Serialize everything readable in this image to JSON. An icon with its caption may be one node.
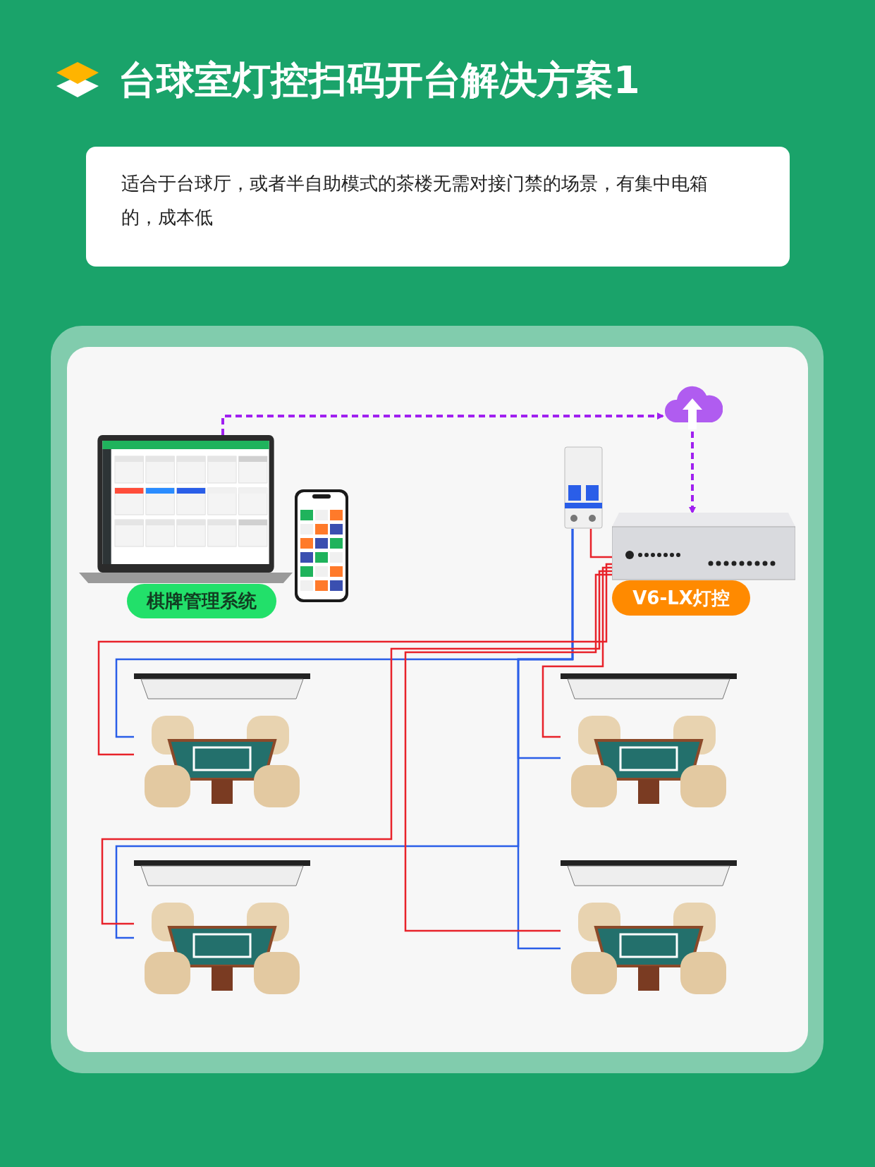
{
  "diagram": {
    "title": "台球室灯控扫码开台解决方案1",
    "nodes": [
      {
        "text": [
          "适合于台球厅，或者半自助模式的茶楼无需对接门禁的场景，有集中电箱的，成本低"
        ]
      },
      {
        "text": [],
        "shape": "picture"
      },
      {
        "text": [],
        "shape": "picture"
      },
      {
        "text": [
          "棋牌管理系统"
        ]
      },
      {
        "text": [],
        "shape": "picture"
      },
      {
        "text": [],
        "shape": "picture"
      },
      {
        "text": [],
        "shape": "picture"
      },
      {
        "text": [
          "V6-LX灯控"
        ]
      },
      {
        "text": [],
        "shape": "picture"
      },
      {
        "text": [],
        "shape": "picture"
      },
      {
        "text": [],
        "shape": "picture"
      },
      {
        "text": [],
        "shape": "picture"
      }
    ],
    "edges": [
      {
        "from": 1,
        "to": 4,
        "arrow": "to",
        "style": "dashed",
        "color": "#a020f0"
      },
      {
        "from": 4,
        "to": 6,
        "arrow": "to",
        "style": "dashed",
        "color": "#a020f0"
      },
      {
        "from": 5,
        "to": 6,
        "arrow": "none",
        "color": "#e8222a"
      },
      {
        "from": 5,
        "to": 8,
        "arrow": "none",
        "color": "#2a5ee8"
      },
      {
        "from": 5,
        "to": 9,
        "arrow": "none",
        "color": "#2a5ee8"
      },
      {
        "from": 5,
        "to": 10,
        "arrow": "none",
        "color": "#2a5ee8"
      },
      {
        "from": 5,
        "to": 11,
        "arrow": "none",
        "color": "#2a5ee8"
      },
      {
        "from": 6,
        "to": 8,
        "arrow": "none",
        "color": "#e8222a"
      },
      {
        "from": 6,
        "to": 9,
        "arrow": "none",
        "color": "#e8222a"
      },
      {
        "from": 6,
        "to": 10,
        "arrow": "none",
        "color": "#e8222a"
      },
      {
        "from": 6,
        "to": 11,
        "arrow": "none",
        "color": "#e8222a"
      }
    ]
  }
}
